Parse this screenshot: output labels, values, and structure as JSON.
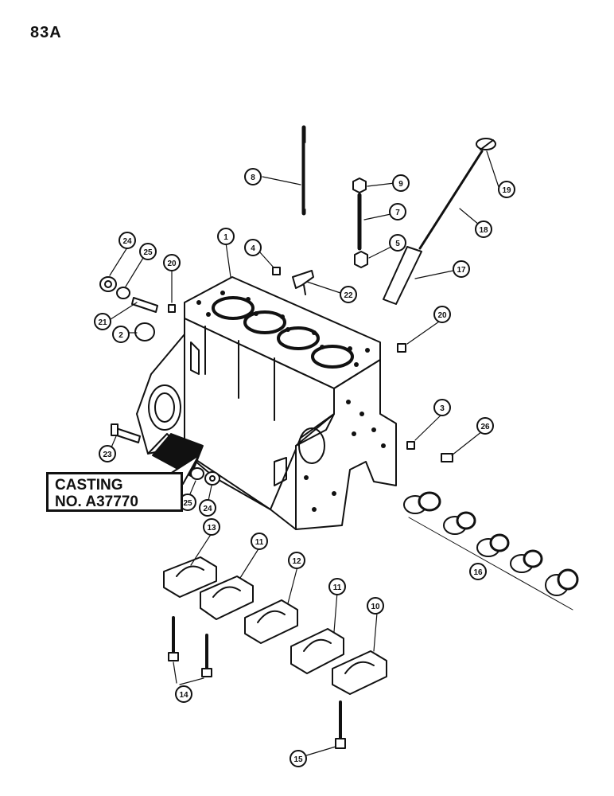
{
  "page": {
    "number": "83A"
  },
  "casting_label": {
    "line1": "CASTING",
    "line2": "NO. A37770"
  },
  "callouts": [
    "1",
    "2",
    "3",
    "4",
    "5",
    "7",
    "8",
    "9",
    "10",
    "11",
    "12",
    "13",
    "14",
    "15",
    "16",
    "17",
    "18",
    "19",
    "20",
    "21",
    "22",
    "23",
    "24",
    "25",
    "26"
  ],
  "colors": {
    "ink": "#111111",
    "paper": "#ffffff"
  }
}
